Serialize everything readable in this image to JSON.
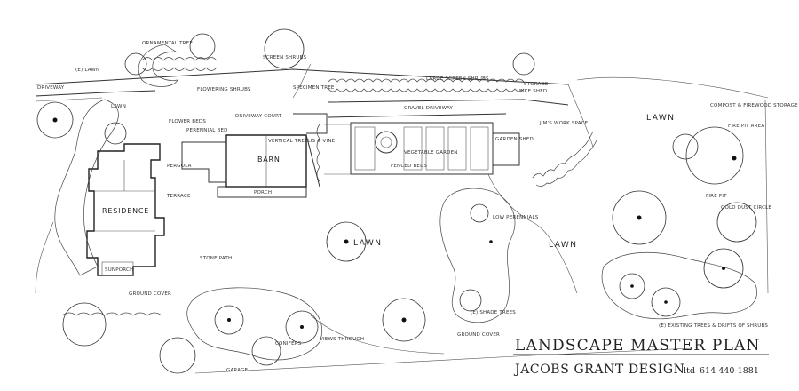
{
  "title": {
    "main": "LANDSCAPE MASTER PLAN",
    "firm": "JACOBS GRANT DESIGN",
    "suffix": "ltd",
    "phone": "614-440-1881"
  },
  "areas": {
    "residence": "RESIDENCE",
    "barn": "BARN",
    "lawn_center": "LAWN",
    "lawn_mid": "LAWN",
    "lawn_right": "LAWN",
    "lawn_left": "LAWN",
    "lawn_top": "(E) LAWN",
    "driveway": "DRIVEWAY",
    "gravel_driveway": "GRAVEL DRIVEWAY",
    "driveway_court": "DRIVEWAY COURT",
    "work_space": "JIM'S WORK SPACE",
    "vegetable_garden": "VEGETABLE GARDEN",
    "porch": "PORCH",
    "sunporch": "SUNPORCH",
    "garage": "GARAGE",
    "compost": "COMPOST & FIREWOOD STORAGE",
    "fire_pit": "FIRE PIT",
    "fire_pit_area": "FIRE PIT AREA"
  },
  "notes": {
    "screen_shrubs": "SCREEN SHRUBS",
    "large_screen_shrubs": "LARGE SCREEN SHRUBS",
    "flowering_shrubs": "FLOWERING SHRUBS",
    "ground_cover": "GROUND COVER",
    "ground_cover_2": "GROUND COVER",
    "shade_trees": "(E) SHADE TREES",
    "existing_trees": "(E) EXISTING TREES & DRIFTS OF SHRUBS",
    "low_perennials": "LOW PERENNIALS",
    "ornamental_tree": "ORNAMENTAL TREE",
    "specimen_tree": "SPECIMEN TREE",
    "views": "VIEWS THROUGH",
    "conifers": "CONIFERS",
    "gold_dust": "GOLD DUST CIRCLE",
    "storage": "STORAGE",
    "bike_shed": "BIKE SHED",
    "flower_beds": "FLOWER BEDS",
    "perennial_bed": "PERENNIAL BED",
    "vertical_trellis": "VERTICAL TRELLIS & VINE",
    "garden_shed": "GARDEN SHED",
    "fenced_beds": "FENCED BEDS",
    "stone_path": "STONE PATH",
    "terrace": "TERRACE",
    "pergola": "PERGOLA"
  }
}
